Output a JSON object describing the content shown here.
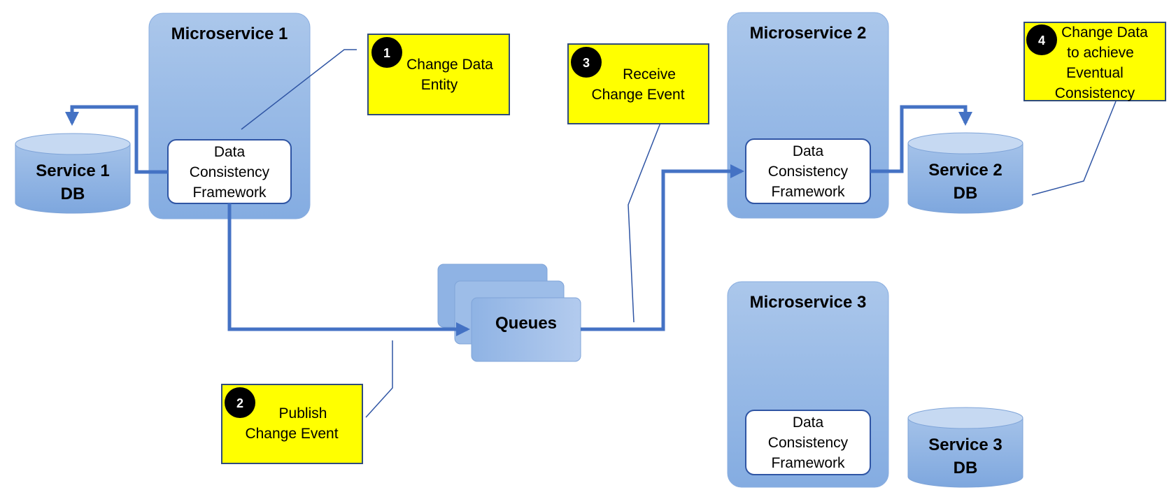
{
  "microservices": [
    {
      "title": "Microservice 1",
      "framework": [
        "Data",
        "Consistency",
        "Framework"
      ]
    },
    {
      "title": "Microservice 2",
      "framework": [
        "Data",
        "Consistency",
        "Framework"
      ]
    },
    {
      "title": "Microservice 3",
      "framework": [
        "Data",
        "Consistency",
        "Framework"
      ]
    }
  ],
  "databases": [
    {
      "name": "Service 1",
      "suffix": "DB"
    },
    {
      "name": "Service 2",
      "suffix": "DB"
    },
    {
      "name": "Service 3",
      "suffix": "DB"
    }
  ],
  "queues": {
    "label": "Queues"
  },
  "steps": [
    {
      "number": "1",
      "lines": [
        "Change Data",
        "Entity"
      ]
    },
    {
      "number": "2",
      "lines": [
        "Publish",
        "Change Event"
      ]
    },
    {
      "number": "3",
      "lines": [
        "Receive",
        "Change Event"
      ]
    },
    {
      "number": "4",
      "lines": [
        "Change Data",
        "to achieve",
        "Eventual",
        "Consistency"
      ]
    }
  ],
  "colors": {
    "service_box_top": "#a9c5ea",
    "service_box_bottom": "#86aee2",
    "arrow": "#4472c4",
    "note_fill": "#ffff00",
    "note_border": "#2f4b7c",
    "badge": "#000000"
  }
}
